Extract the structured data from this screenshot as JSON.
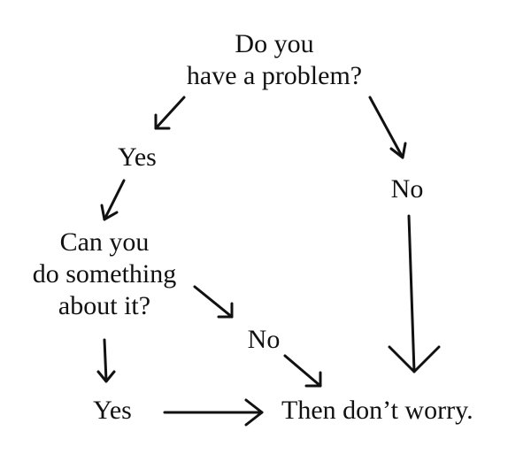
{
  "nodes": {
    "question1": {
      "lines": [
        "Do you",
        "have a problem?"
      ]
    },
    "yes1": "Yes",
    "no1": "No",
    "question2": {
      "lines": [
        "Can you",
        "do something",
        "about it?"
      ]
    },
    "no2": "No",
    "yes2": "Yes",
    "result": "Then don’t worry."
  }
}
